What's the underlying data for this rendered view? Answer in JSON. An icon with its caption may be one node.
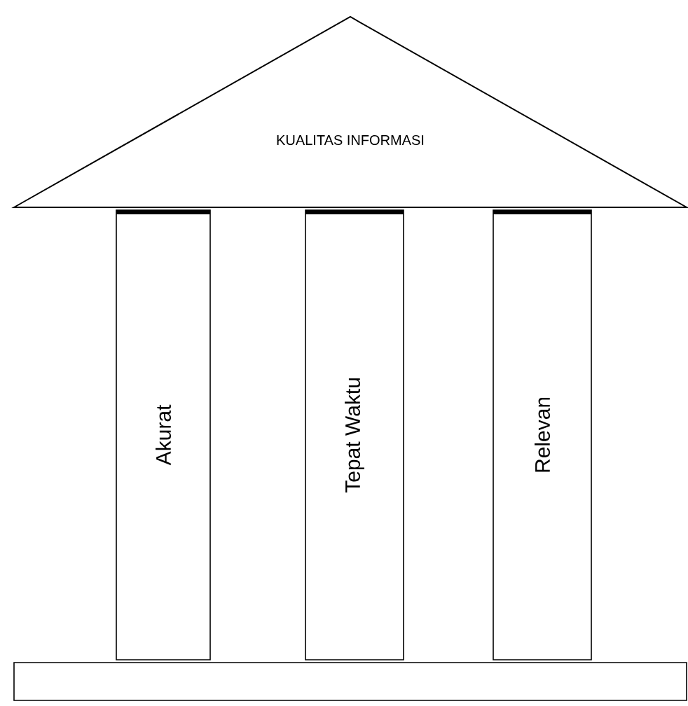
{
  "diagram": {
    "nodes": [
      {
        "text": [
          "KUALITAS INFORMASI"
        ]
      },
      {
        "text": [
          "Akurat"
        ]
      },
      {
        "text": [
          "Tepat Waktu"
        ]
      },
      {
        "text": [
          "Relevan"
        ]
      },
      {
        "text": [],
        "shape": "box"
      }
    ]
  }
}
